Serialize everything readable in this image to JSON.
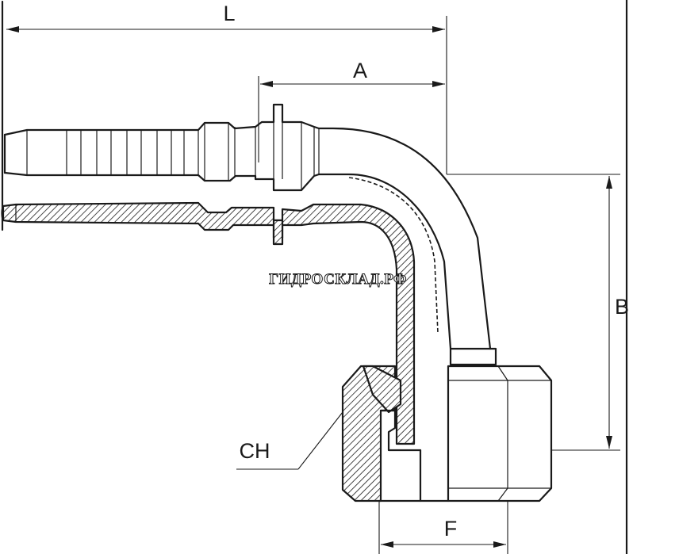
{
  "dimensions": {
    "length_label": "L",
    "a_label": "A",
    "b_label": "B",
    "f_label": "F",
    "ch_label": "CH"
  },
  "watermark": "ГИДРОСКЛАД.РФ"
}
